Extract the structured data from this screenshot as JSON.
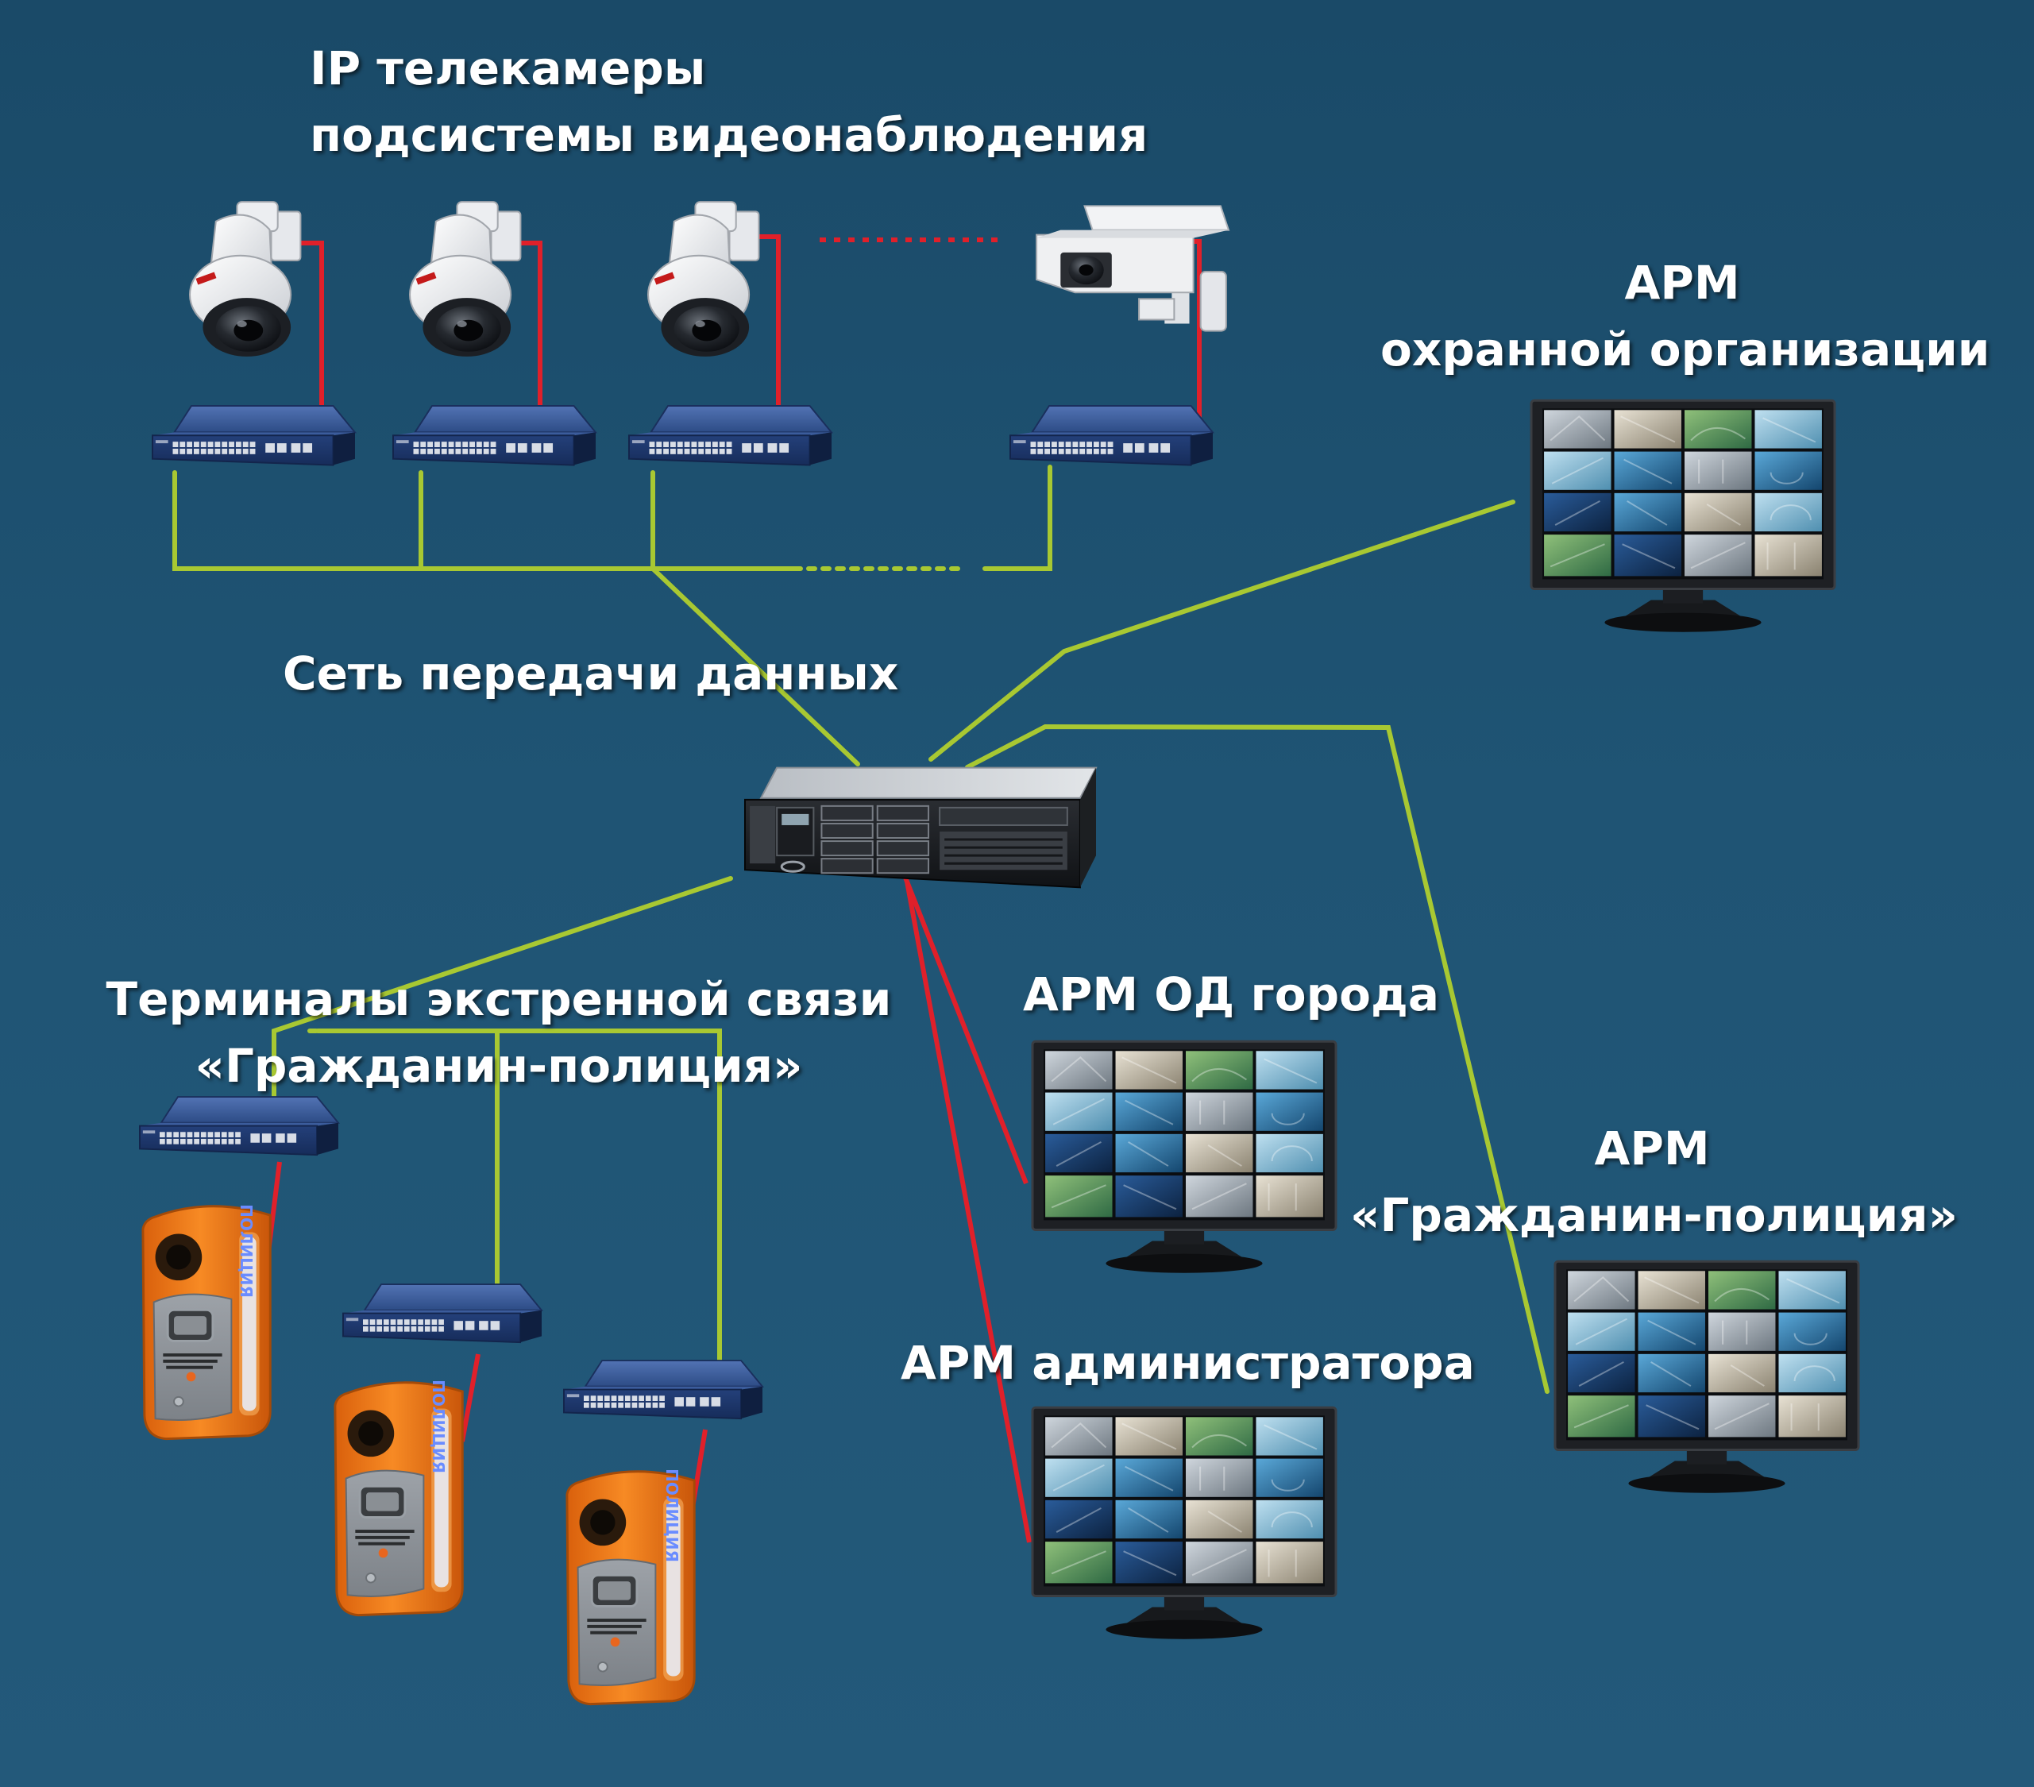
{
  "labels": {
    "cameras": {
      "line1": "IP телекамеры",
      "line2": "подсистемы видеонаблюдения"
    },
    "network": "Сеть передачи данных",
    "arm_security": {
      "line1": "АРМ",
      "line2": "охранной организации"
    },
    "arm_od": "АРМ ОД города",
    "terminals": {
      "line1": "Терминалы экстренной связи",
      "line2": "«Гражданин-полиция»"
    },
    "arm_citizen": {
      "line1": "АРМ",
      "line2": "«Гражданин-полиция»"
    },
    "arm_admin": "АРМ администратора"
  },
  "terminal_sign": "ПОЛИЦИЯ",
  "colors": {
    "background": "#1f5274",
    "network_link": "#a8c832",
    "device_link": "#e0202a",
    "label": "#ffffff",
    "terminal_body": "#f07a1a",
    "switch_body": "#2d4c86"
  },
  "icons": {
    "camera": "ptz-dome-camera-icon",
    "box_camera": "box-camera-icon",
    "switch": "network-switch-icon",
    "server": "rack-server-icon",
    "monitor": "video-wall-monitor-icon",
    "terminal": "emergency-call-terminal-icon"
  }
}
